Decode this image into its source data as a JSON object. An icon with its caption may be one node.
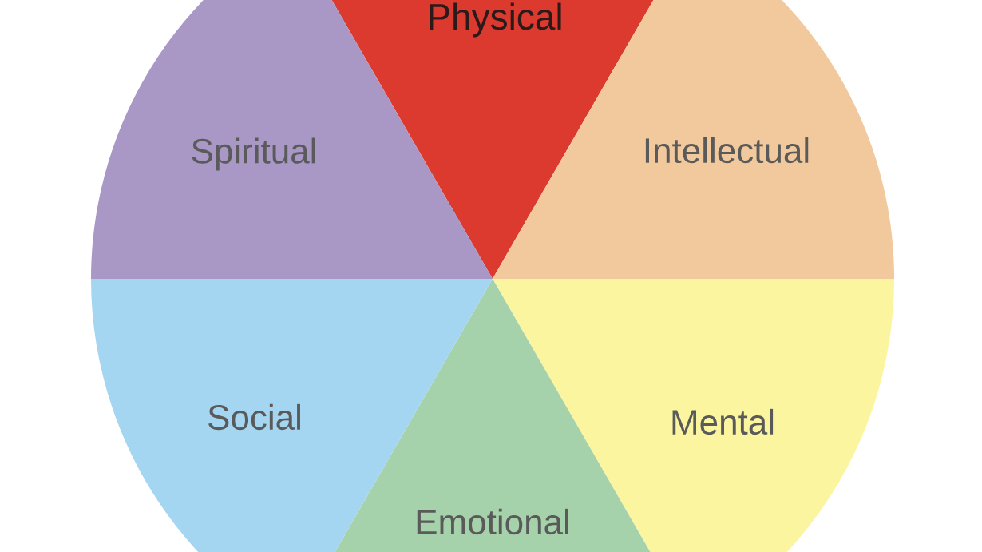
{
  "diagram": {
    "nodes": [
      {
        "text": [
          "Physical"
        ]
      },
      {
        "text": [
          "Intellectual"
        ]
      },
      {
        "text": [
          "Mental"
        ]
      },
      {
        "text": [
          "Emotional"
        ]
      },
      {
        "text": [
          "Social"
        ]
      },
      {
        "text": [
          "Spiritual"
        ]
      }
    ]
  }
}
